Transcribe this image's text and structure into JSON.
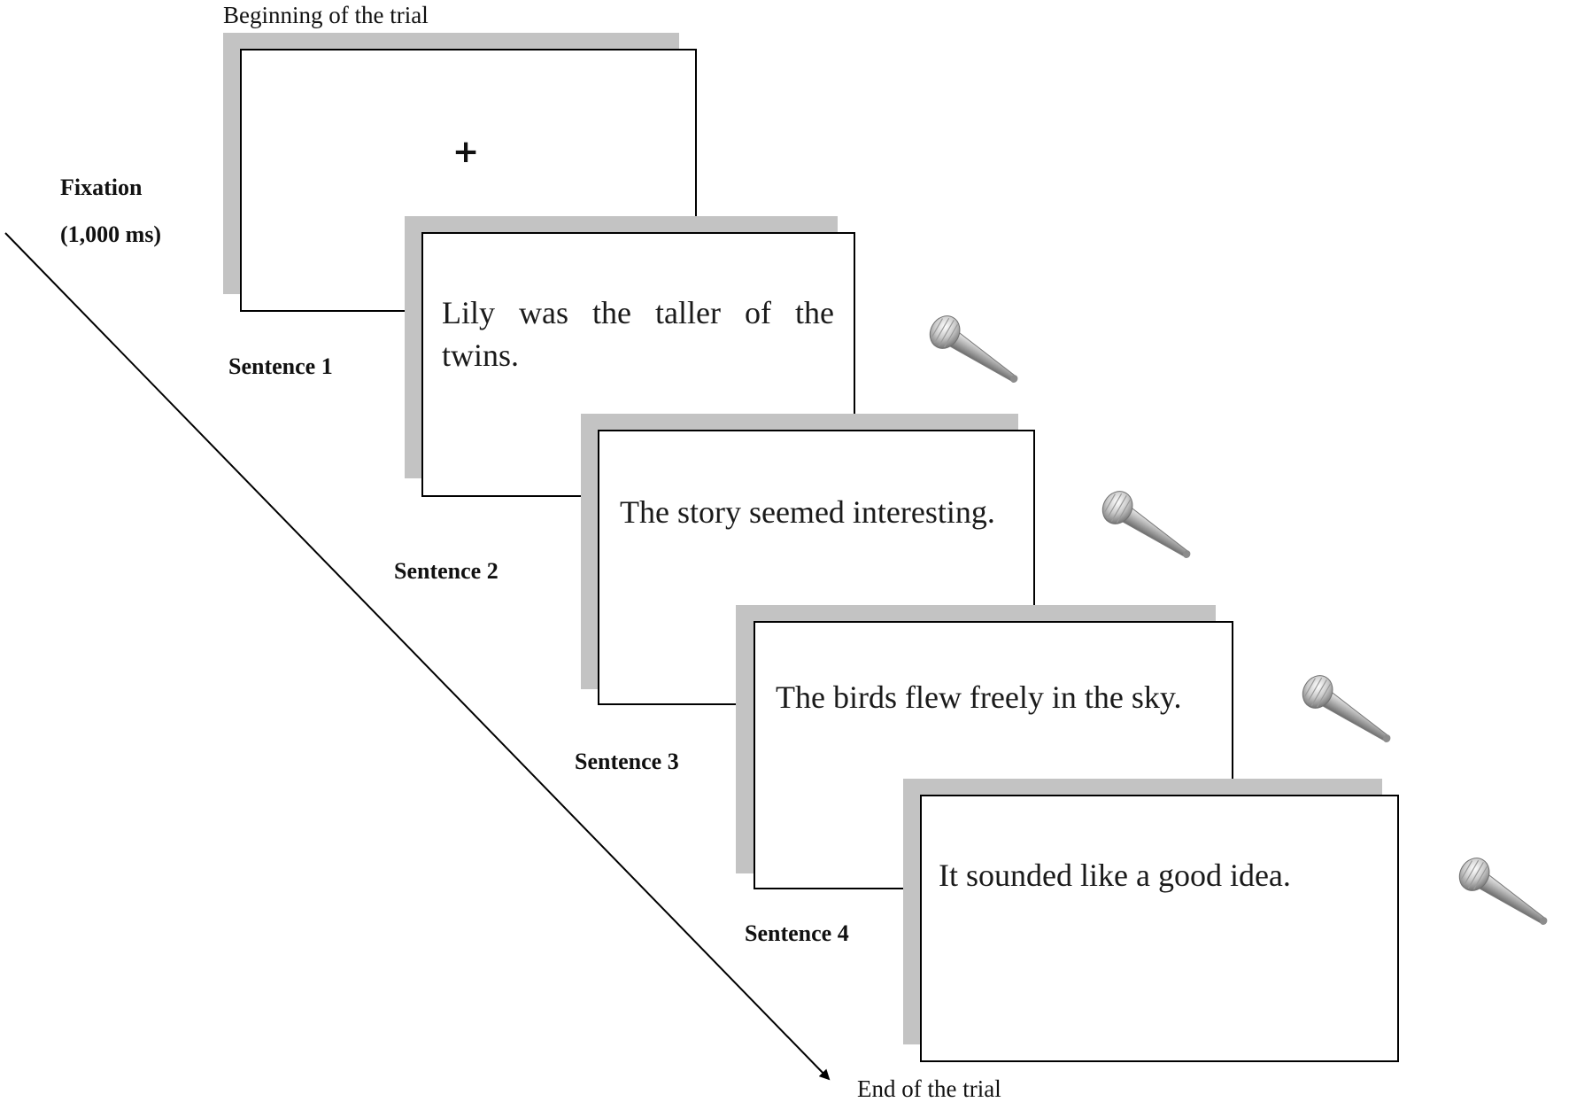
{
  "labels": {
    "beginning": "Beginning of the trial",
    "fixation": "Fixation",
    "fixation_duration": "(1,000 ms)",
    "end": "End of the trial"
  },
  "frames": [
    {
      "id": "fixation",
      "symbol": "+",
      "label": ""
    },
    {
      "id": "sentence-1",
      "label": "Sentence 1",
      "text": "Lily was the taller of the twins.",
      "mic_icon": "microphone-icon"
    },
    {
      "id": "sentence-2",
      "label": "Sentence 2",
      "text": "The story seemed interesting.",
      "mic_icon": "microphone-icon"
    },
    {
      "id": "sentence-3",
      "label": "Sentence 3",
      "text": "The birds flew freely in the sky.",
      "mic_icon": "microphone-icon"
    },
    {
      "id": "sentence-4",
      "label": "Sentence 4",
      "text": "It sounded like a good idea.",
      "mic_icon": "microphone-icon"
    }
  ],
  "colors": {
    "shadow": "#c3c3c3",
    "border": "#000000",
    "mic_body": "#b8b8b8"
  }
}
